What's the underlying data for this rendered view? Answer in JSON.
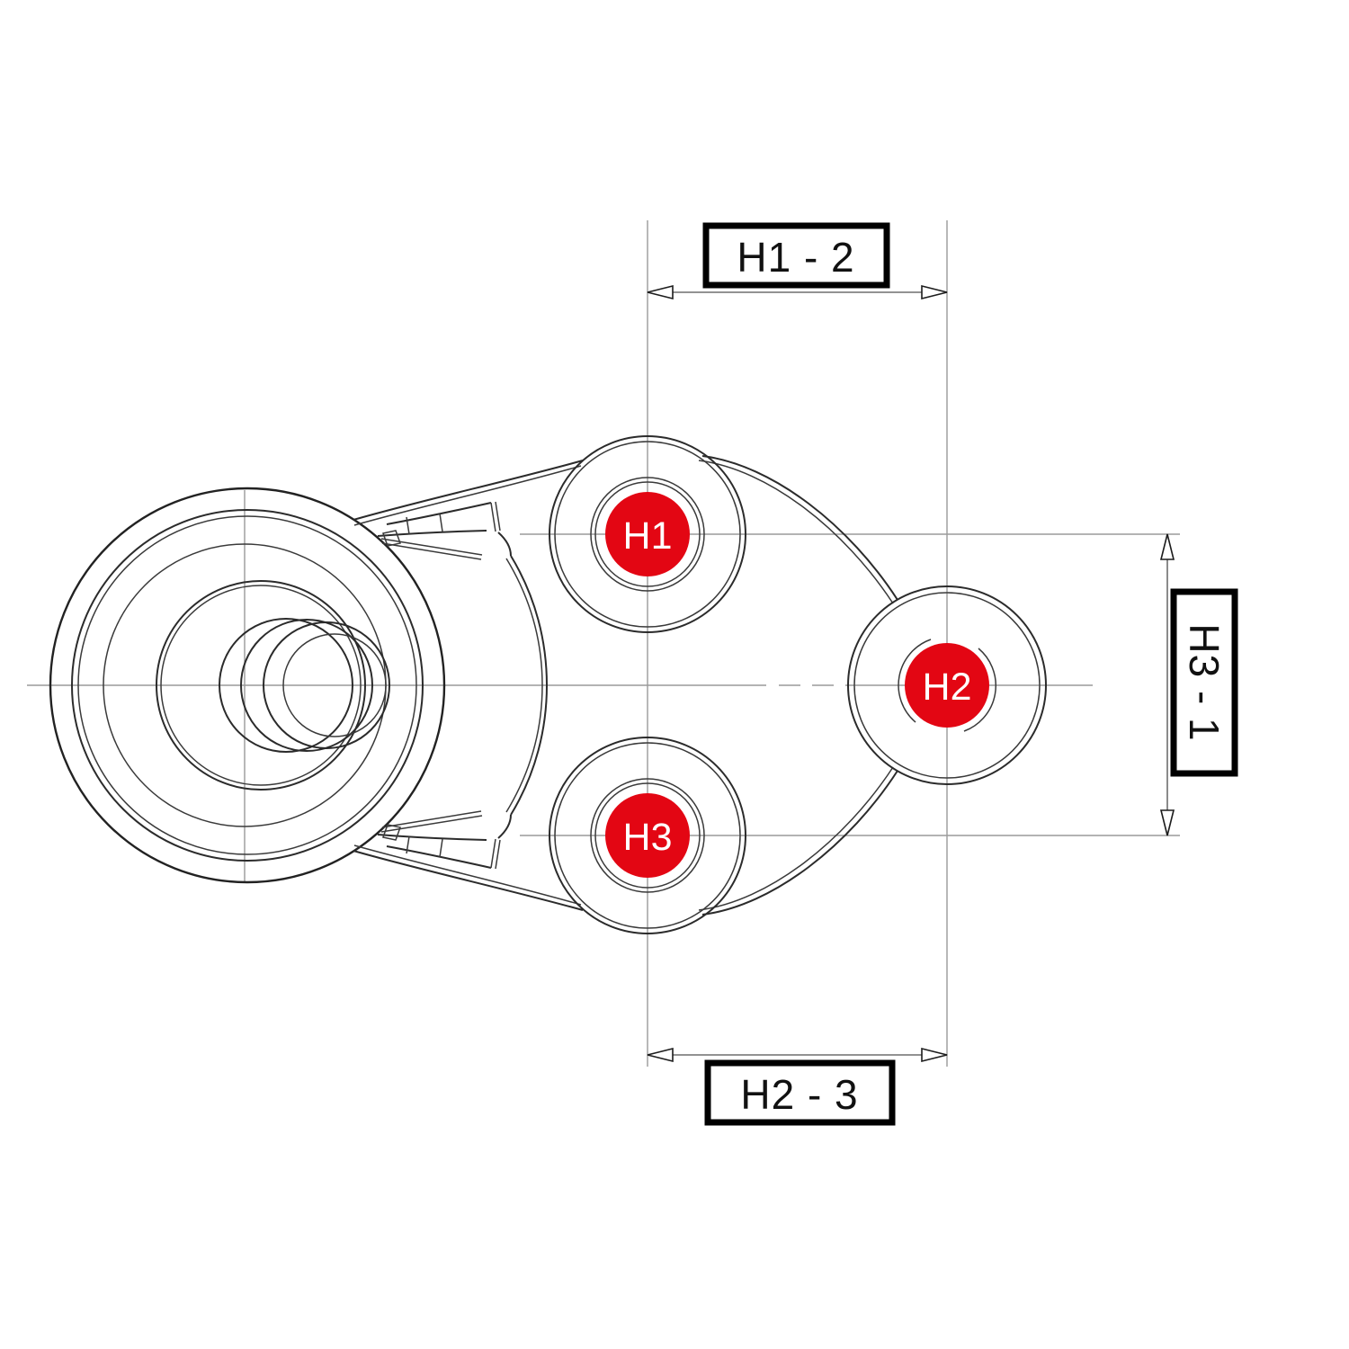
{
  "holes": [
    {
      "label": "H1"
    },
    {
      "label": "H2"
    },
    {
      "label": "H3"
    }
  ],
  "dimensions": {
    "top": {
      "label": "H1 - 2"
    },
    "right": {
      "label": "H3 - 1"
    },
    "bottom": {
      "label": "H2 - 3"
    }
  },
  "colors": {
    "marker": "#e30613",
    "marker_text": "#ffffff",
    "line": "#2b2b2b",
    "centerline": "#9a9a9a",
    "dimension_line": "#6e6e6e",
    "box_border": "#000000",
    "background": "#ffffff"
  }
}
